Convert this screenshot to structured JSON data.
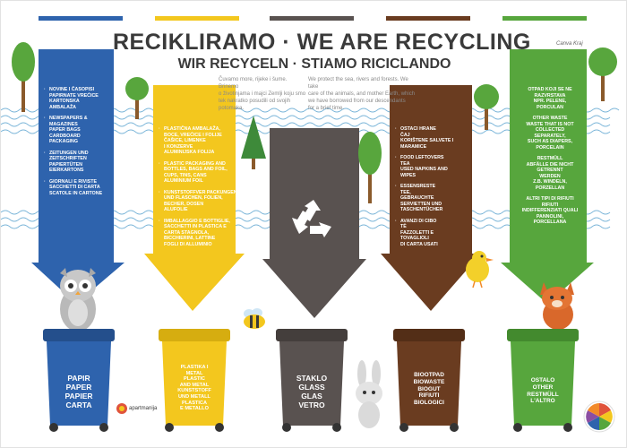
{
  "title": "RECIKLIRAMO · WE ARE RECYCLING",
  "subtitle": "WIR RECYCELN · STIAMO RICICLANDO",
  "intro_left": [
    "Čuvamo more, rijeke i šume. Brinemo",
    "o životinjama i majci Zemlji koju smo",
    "tek nakratko posudili od svojih",
    "potomaka."
  ],
  "intro_right": [
    "We protect the sea, rivers and forests. We take",
    "care of the animals, and mother Earth, which",
    "we have borrowed from our descendants",
    "for a brief time."
  ],
  "signature": "Canva Kraj",
  "logo": "apartmanija",
  "colors": {
    "blue": "#2e63ad",
    "yellow": "#f3c71e",
    "grey": "#595250",
    "brown": "#6a3c20",
    "green": "#57a63d",
    "wave": "#79b4d8"
  },
  "columns": [
    {
      "id": "paper",
      "groups": [
        [
          "NOVINE I ČASOPISI",
          "PAPIRNATE VREĆICE",
          "KARTONSKA",
          "AMBALAŽA"
        ],
        [
          "NEWSPAPERS &",
          "MAGAZINES",
          "PAPER BAGS",
          "CARDBOARD",
          "PACKAGING"
        ],
        [
          "ZEITUNGEN und",
          "ZEITSCHRIFTEN",
          "PAPIERTÜTEN",
          "EIERKARTONS"
        ],
        [
          "GIORNALI E RIVISTE",
          "SACCHETTI DI CARTA",
          "SCATOLE IN CARTONE"
        ]
      ],
      "bin": [
        "PAPIR",
        "PAPER",
        "PAPIER",
        "CARTA"
      ]
    },
    {
      "id": "plastic",
      "groups": [
        [
          "PLASTIČNA AMBALAŽA,",
          "BOCE, VREĆICE I FOLIJE",
          "ČAŠICE, LIMENKE",
          "I KONZERVE",
          "ALUMINIJSKA FOLIJA"
        ],
        [
          "PLASTIC PACKAGING AND",
          "BOTTLES, BAGS AND FOIL,",
          "CUPS, TINS, CANS",
          "ALUMINIUM FOIL"
        ],
        [
          "KUNSTSTOFFVER PACKUNGEN",
          "UND FLASCHEN, FOLIEN,",
          "BECHER, DOSEN",
          "ALUFOLIE"
        ],
        [
          "IMBALLAGGIO E BOTTIGLIE,",
          "SACCHETTI IN PLASTICA E",
          "CARTA STAGNOLA,",
          "BICCHIERINI, LATTINE",
          "FOGLI DI ALLUMINIO"
        ]
      ],
      "bin": [
        "PLASTIKA I",
        "METAL",
        "PLASTIC",
        "AND METAL",
        "KUNSTSTOFF",
        "UND METALL",
        "PLASTICA",
        "E METALLO"
      ]
    },
    {
      "id": "glass",
      "groups": [],
      "bin": [
        "STAKLO",
        "GLASS",
        "GLAS",
        "VETRO"
      ]
    },
    {
      "id": "biowaste",
      "groups": [
        [
          "OSTACI HRANE",
          "ČAJ",
          "KORIŠTENE SALVETE I",
          "MARAMICE"
        ],
        [
          "FOOD LEFTOVERS",
          "TEA",
          "USED NAPKINS AND",
          "WIPES"
        ],
        [
          "ESSENSRESTE",
          "TEE,",
          "GEBRAUCHTE",
          "SERVIETTEN UND",
          "TASCHENTÜCHER"
        ],
        [
          "AVANZI DI CIBO",
          "TÈ",
          "FAZZOLETTI E",
          "TOVAGLIOLI",
          "DI CARTA USATI"
        ]
      ],
      "bin": [
        "BIOOTPAD",
        "BIOWASTE",
        "BIOGUT",
        "RIFIUTI",
        "BIOLOGICI"
      ]
    },
    {
      "id": "other",
      "groups": [
        [
          "OTPAD KOJI SE NE",
          "RAZVRSTAVA",
          "NPR. PELENE,",
          "PORCULAN"
        ],
        [
          "OTHER WASTE",
          "WASTE THAT IS NOT",
          "COLLECTED",
          "SEPARATELY,",
          "SUCH AS DIAPERS,",
          "PORCELAIN"
        ],
        [
          "RESTMÜLL",
          "ABFÄLLE DIE NICHT",
          "GETRENNT",
          "WERDEN",
          "Z.B. WINDELN,",
          "PORZELLAN"
        ],
        [
          "ALTRI TIPI DI RIFIUTI",
          "RIFIUTI",
          "INDIFFERENZIATI QUALI",
          "PANNOLINI,",
          "PORCELLANA"
        ]
      ],
      "bin": [
        "OSTALO",
        "OTHER",
        "RESTMÜLL",
        "L'ALTRO"
      ]
    }
  ]
}
